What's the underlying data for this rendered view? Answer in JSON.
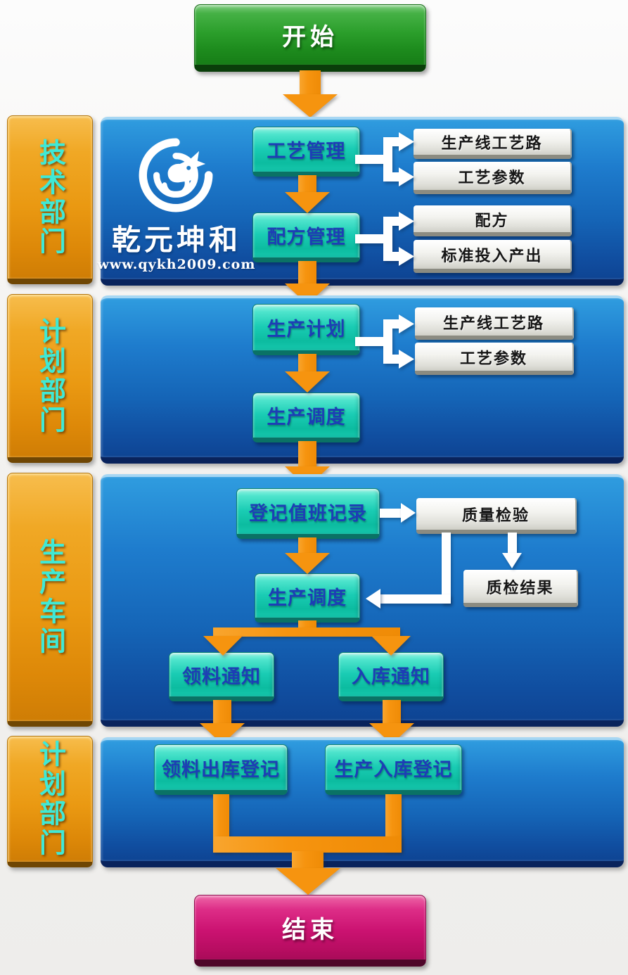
{
  "start": {
    "label": "开始"
  },
  "end": {
    "label": "结束"
  },
  "logo": {
    "company": "乾元坤和",
    "website": "www.qykh2009.com"
  },
  "colors": {
    "start_green": "#2c9f2c",
    "end_pink": "#cb1271",
    "lane_panel_blue": "#1b72c6",
    "lane_label_orange": "#ea9912",
    "lane_label_text_cyan": "#3fe9d6",
    "process_box_teal": "#19cbb2",
    "process_box_text_blue": "#1d3eb5",
    "output_box_silver": "#e9e9e4",
    "arrow_orange": "#f6940f",
    "arrow_white": "#ffffff"
  },
  "bands": [
    {
      "label": "技术部门",
      "process_boxes": [
        {
          "label": "工艺管理"
        },
        {
          "label": "配方管理"
        }
      ],
      "output_boxes": [
        {
          "label": "生产线工艺路"
        },
        {
          "label": "工艺参数"
        },
        {
          "label": "配方"
        },
        {
          "label": "标准投入产出"
        }
      ]
    },
    {
      "label": "计划部门",
      "process_boxes": [
        {
          "label": "生产计划"
        },
        {
          "label": "生产调度"
        }
      ],
      "output_boxes": [
        {
          "label": "生产线工艺路"
        },
        {
          "label": "工艺参数"
        }
      ]
    },
    {
      "label": "生产车间",
      "process_boxes": [
        {
          "label": "登记值班记录"
        },
        {
          "label": "生产调度"
        },
        {
          "label": "领料通知"
        },
        {
          "label": "入库通知"
        }
      ],
      "output_boxes": [
        {
          "label": "质量检验"
        },
        {
          "label": "质检结果"
        }
      ]
    },
    {
      "label": "计划部门",
      "process_boxes": [
        {
          "label": "领料出库登记"
        },
        {
          "label": "生产入库登记"
        }
      ],
      "output_boxes": []
    }
  ]
}
